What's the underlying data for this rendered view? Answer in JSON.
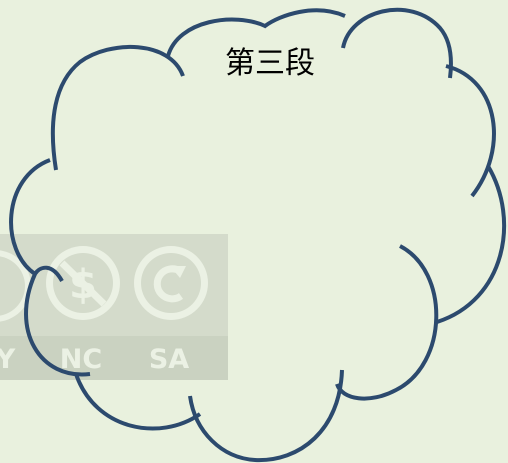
{
  "cloud": {
    "title": "第三段"
  },
  "license_badge": {
    "labels": [
      "BY",
      "NC",
      "SA"
    ],
    "icons": [
      "person-icon",
      "no-dollar-icon",
      "share-alike-icon"
    ]
  },
  "colors": {
    "background": "#e9f1de",
    "cloud_outline": "#2c4a6e",
    "badge_fill": "#c9cfc2",
    "badge_icon": "#eef1ea"
  }
}
